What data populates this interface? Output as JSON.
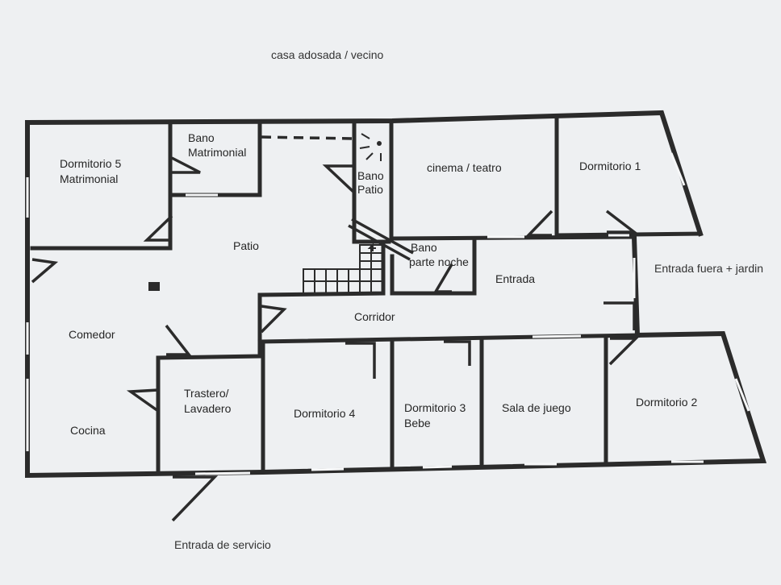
{
  "notes": {
    "top": "casa adosada / vecino",
    "right": "Entrada fuera + jardin",
    "bottom": "Entrada de servicio"
  },
  "rooms": {
    "dormitorio5": [
      "Dormitorio 5",
      "Matrimonial"
    ],
    "bano_matrimonial": [
      "Bano",
      "Matrimonial"
    ],
    "bano_patio": [
      "Bano",
      "Patio"
    ],
    "cinema": "cinema / teatro",
    "dormitorio1": "Dormitorio 1",
    "patio": "Patio",
    "bano_noche": [
      "Bano",
      "parte noche"
    ],
    "entrada": "Entrada",
    "comedor": "Comedor",
    "corridor": "Corridor",
    "trastero": [
      "Trastero/",
      "Lavadero"
    ],
    "dormitorio4": "Dormitorio 4",
    "dormitorio3": [
      "Dormitorio 3",
      "Bebe"
    ],
    "sala_juego": "Sala de juego",
    "dormitorio2": "Dormitorio 2",
    "cocina": "Cocina"
  }
}
